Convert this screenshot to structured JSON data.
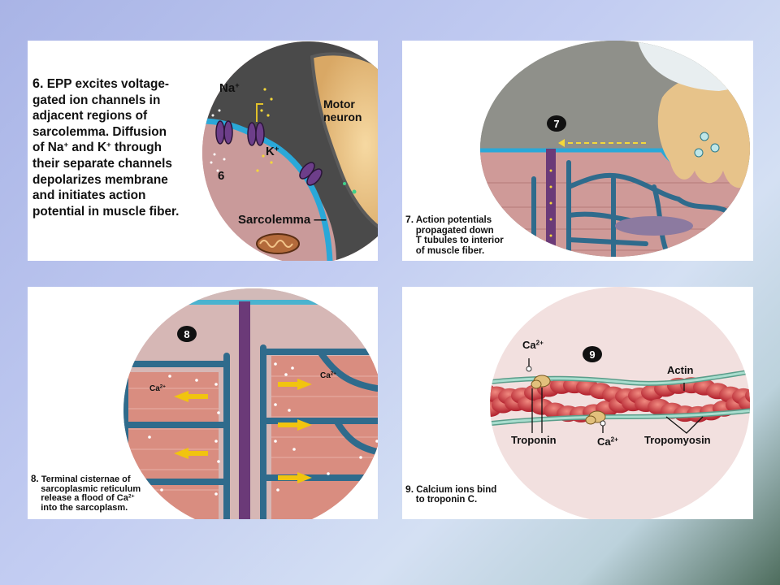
{
  "panels": {
    "step6": {
      "caption_num": "6.",
      "caption_lines": [
        "EPP excites voltage-",
        "gated ion channels in",
        "adjacent regions of",
        "sarcolemma. Diffusion"
      ],
      "caption_na_pre": "of Na",
      "caption_plus1": "+",
      "caption_and_k": " and K",
      "caption_plus2": "+",
      "caption_through": " through",
      "caption_lines2": [
        "their separate channels",
        "depolarizes membrane",
        "and initiates action",
        "potential in muscle fiber."
      ],
      "label_na": "Na",
      "label_na_sup": "+",
      "label_k": "K",
      "label_k_sup": "+",
      "label_motor": "Motor",
      "label_neuron": "neuron",
      "label_sarcolemma": "Sarcolemma",
      "step_marker": "6"
    },
    "step7": {
      "badge": "7",
      "caption_num": "7.",
      "caption_lines": [
        "Action potentials",
        "propagated down",
        "T tubules to interior",
        "of muscle fiber."
      ]
    },
    "step8": {
      "badge": "8",
      "label_ca_left": "Ca",
      "label_ca_left_sup": "2+",
      "label_ca_right": "Ca",
      "label_ca_right_sup": "2+",
      "caption_num": "8.",
      "caption_lines": [
        "Terminal cisternae of",
        "sarcoplasmic reticulum"
      ],
      "caption_line3_pre": "release a flood of Ca",
      "caption_line3_sup": "2+",
      "caption_line4": "into the sarcoplasm."
    },
    "step9": {
      "badge": "9",
      "label_ca_top": "Ca",
      "label_ca_top_sup": "2+",
      "label_ca_bottom": "Ca",
      "label_ca_bottom_sup": "2+",
      "label_actin": "Actin",
      "label_troponin": "Troponin",
      "label_tropomyosin": "Tropomyosin",
      "caption_num": "9.",
      "caption_lines": [
        "Calcium ions bind",
        "to troponin C."
      ]
    }
  },
  "colors": {
    "background_top": "#a9b4e6",
    "background_corner": "#4e6d5d",
    "sarcoplasm": "#c99a9a",
    "membrane": "#2aa8d8",
    "t_tubule": "#6b3a78",
    "sarcoplasmic_reticulum": "#2f6b8c",
    "actin": "#c8343a",
    "tropomyosin": "#9fd3c4",
    "troponin": "#d9b36a"
  }
}
